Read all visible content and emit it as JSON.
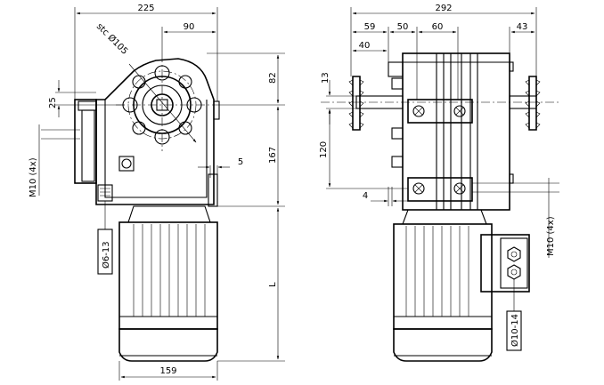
{
  "dimensions": {
    "left_view": {
      "overall_width": "225",
      "shaft_offset": "90",
      "sprocket": "stc Ø105",
      "top_height": "82",
      "middle_height": "167",
      "left_offset": "25",
      "gap": "5",
      "motor_length": "L",
      "motor_width": "159",
      "side_holes": "M10 (4x)",
      "cable_gland": "Ø6-13"
    },
    "right_view": {
      "overall_width": "292",
      "d59": "59",
      "d50": "50",
      "d60": "60",
      "d43": "43",
      "d40": "40",
      "d13": "13",
      "d120": "120",
      "d4": "4",
      "side_holes": "M10 (4x)",
      "cable_gland": "Ø10-14"
    }
  },
  "colors": {
    "line": "#000000",
    "background": "#ffffff"
  }
}
